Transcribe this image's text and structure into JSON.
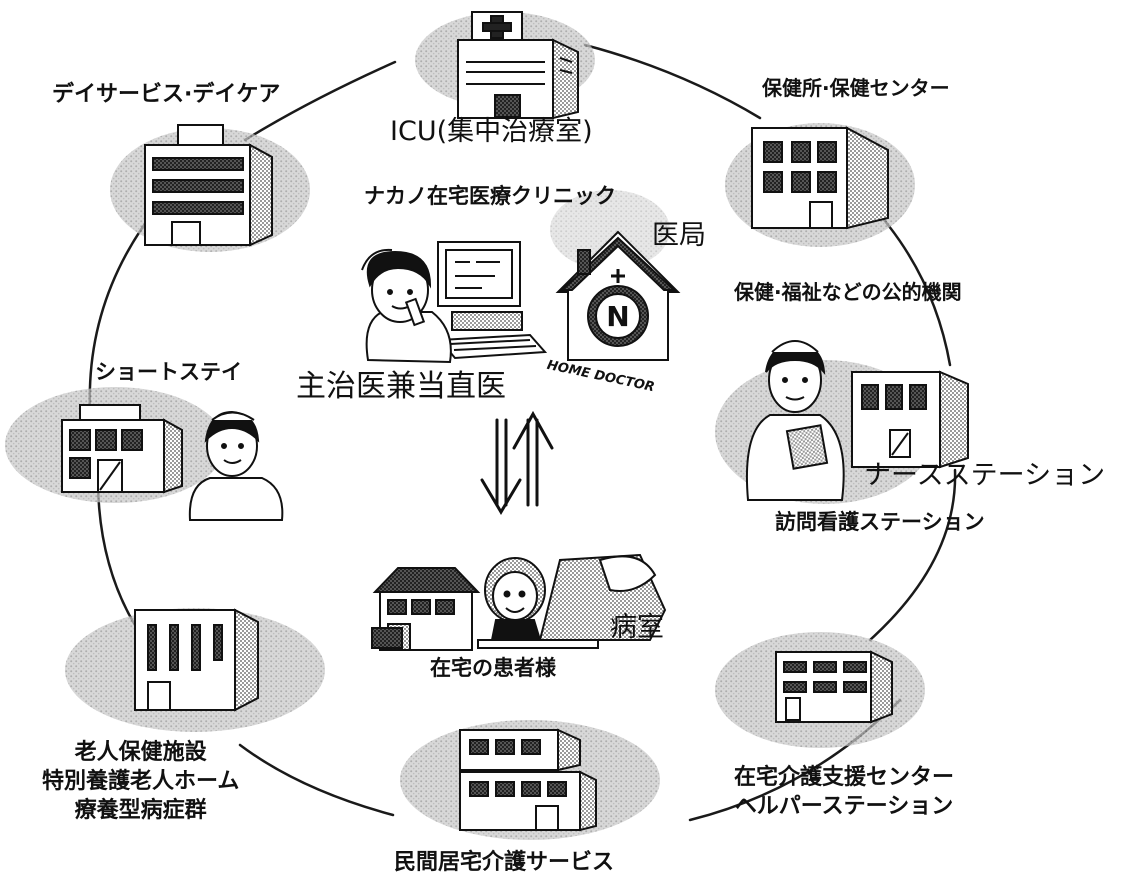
{
  "center": {
    "clinic_name": "ナカノ在宅医療クリニック",
    "office": "医局",
    "doctor_role": "主治医兼当直医",
    "logo_letter": "N",
    "logo_text": "HOME DOCTOR",
    "sickroom": "病室",
    "patient": "在宅の患者様"
  },
  "nodes": {
    "icu": "ICU(集中治療室)",
    "health_center": "保健所·保健センター",
    "public_agencies": "保健·福祉などの公的機関",
    "nurse_station": "ナースステーション",
    "visiting_nursing": "訪問看護ステーション",
    "care_support_center": [
      "在宅介護支援センター",
      "ヘルパーステーション"
    ],
    "private_home_care": "民間居宅介護サービス",
    "elderly_facilities": [
      "老人保健施設",
      "特別養護老人ホーム",
      "療養型病症群"
    ],
    "short_stay": "ショートステイ",
    "day_service": "デイサービス·デイケア"
  },
  "colors": {
    "line": "#1a1a1a",
    "halo": "#bcbcbc",
    "halo_dot": "#8a8a8a"
  },
  "icons": [
    "hospital-icon",
    "office-building-icon",
    "nurse-icon",
    "care-building-icon",
    "facility-building-icon",
    "short-stay-building-icon",
    "day-care-building-icon",
    "receptionist-icon",
    "home-doctor-logo-icon",
    "patient-home-icon",
    "double-arrow-icon"
  ]
}
